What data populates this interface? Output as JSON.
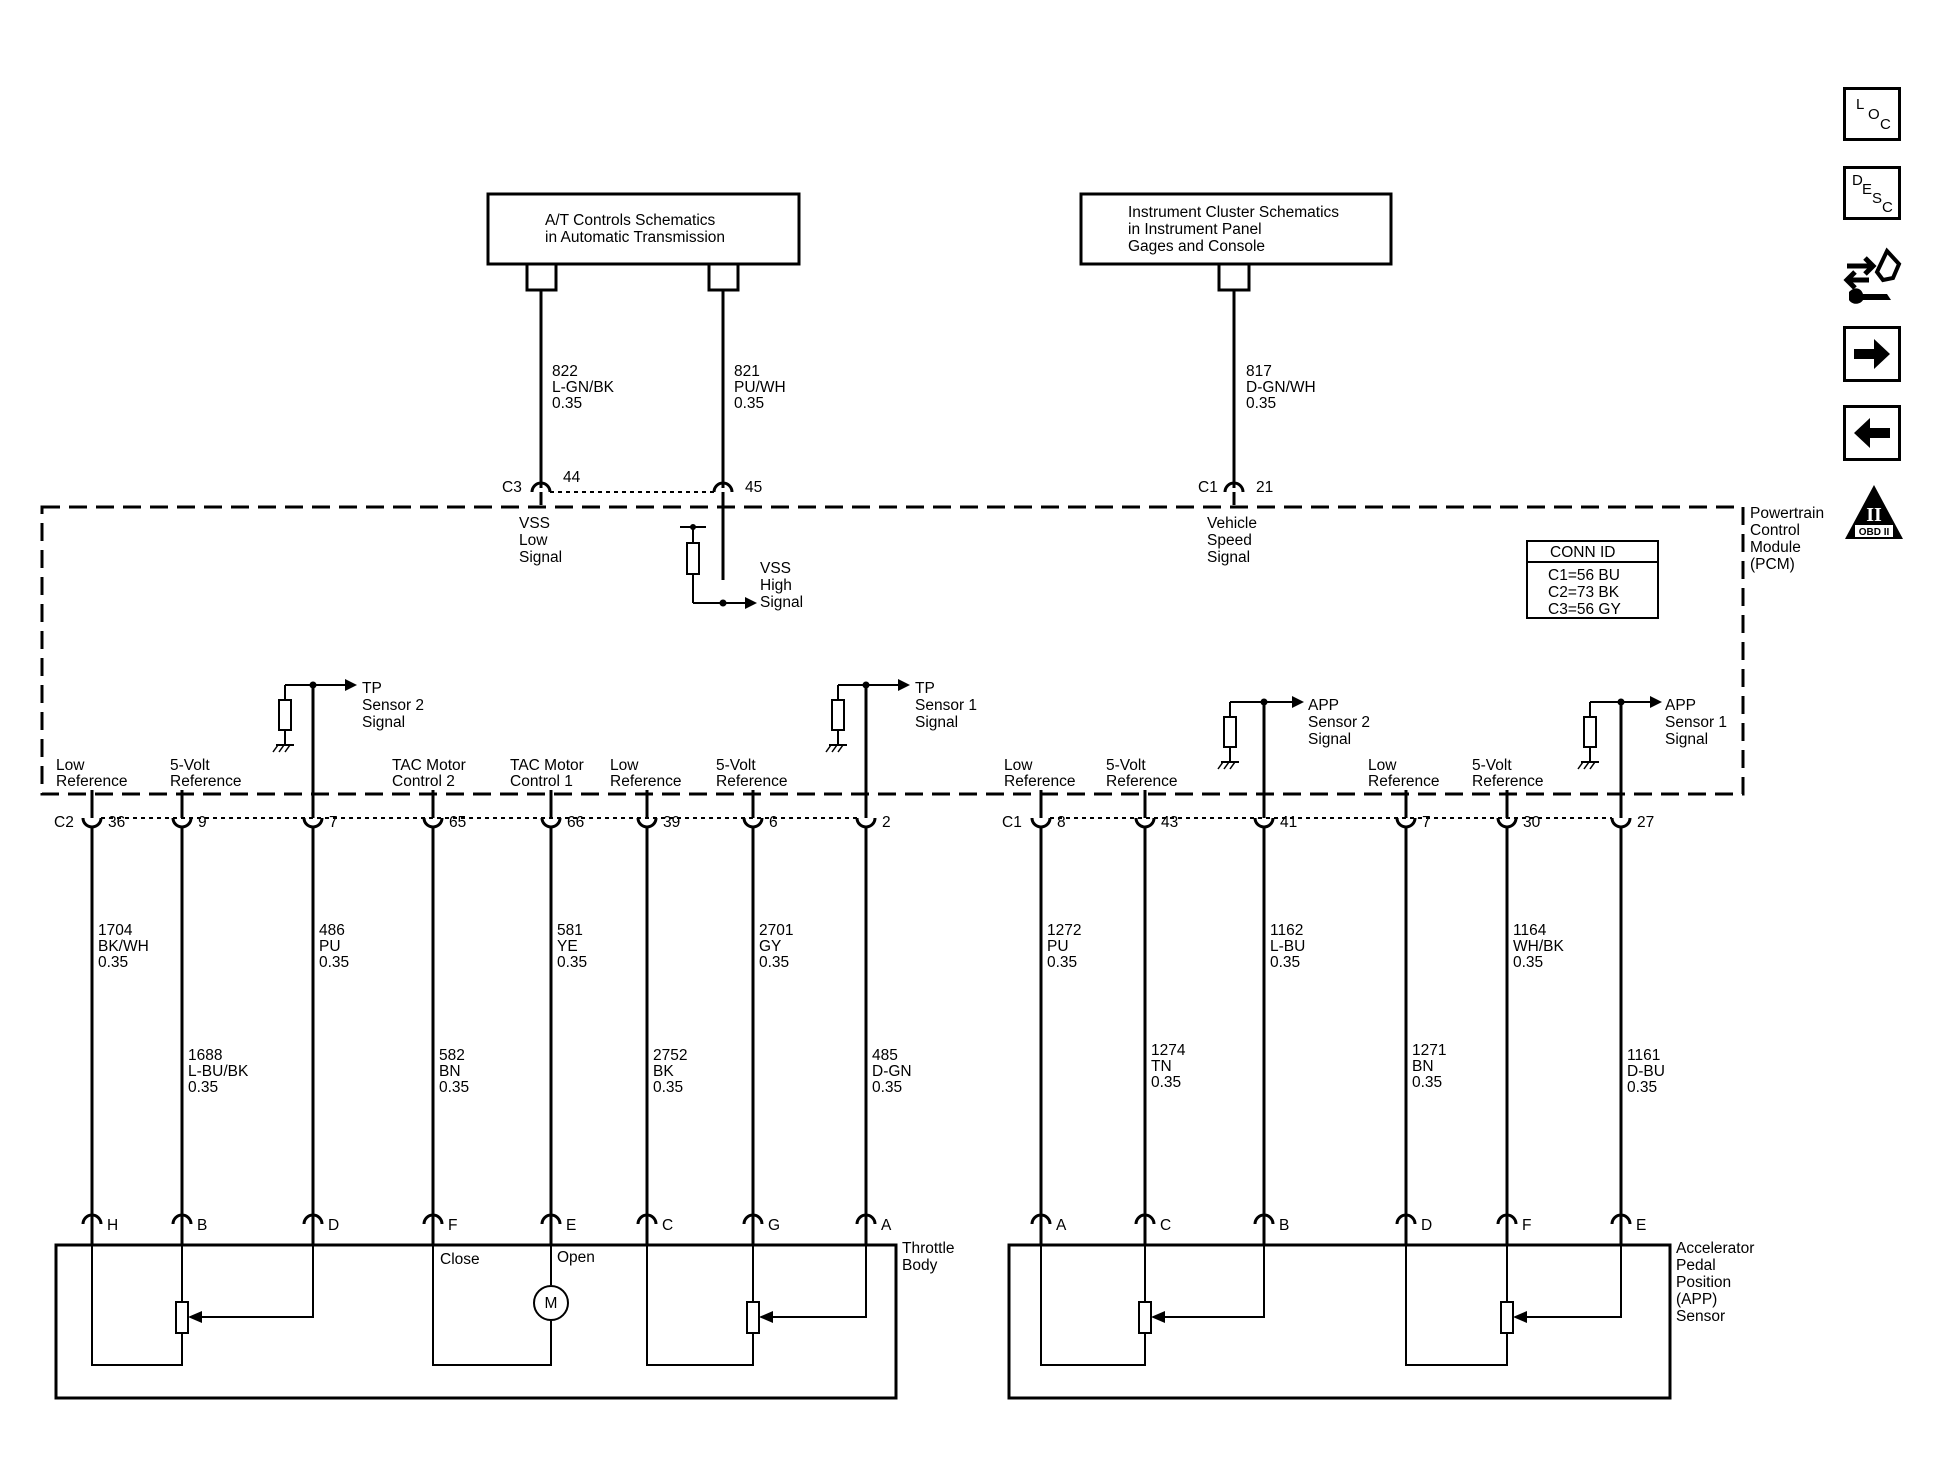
{
  "top_boxes": {
    "at_controls": [
      "A/T Controls Schematics",
      "in Automatic Transmission"
    ],
    "instrument_cluster": [
      "Instrument Cluster Schematics",
      "in Instrument Panel",
      "Gages and Console"
    ]
  },
  "top_wires": [
    {
      "circuit": "822",
      "color": "L-GN/BK",
      "size": "0.35"
    },
    {
      "circuit": "821",
      "color": "PU/WH",
      "size": "0.35"
    },
    {
      "circuit": "817",
      "color": "D-GN/WH",
      "size": "0.35"
    }
  ],
  "top_connectors": {
    "c3_label": "C3",
    "c3_pin_a": "44",
    "c3_pin_b": "45",
    "c1_label": "C1",
    "c1_pin": "21"
  },
  "pcm": {
    "name": [
      "Powertrain",
      "Control",
      "Module",
      "(PCM)"
    ],
    "vss_low": [
      "VSS",
      "Low",
      "Signal"
    ],
    "vss_high": [
      "VSS",
      "High",
      "Signal"
    ],
    "vehicle_speed": [
      "Vehicle",
      "Speed",
      "Signal"
    ],
    "conn_id": {
      "title": "CONN ID",
      "lines": [
        "C1=56 BU",
        "C2=73 BK",
        "C3=56 GY"
      ]
    },
    "tp2_signal": [
      "TP",
      "Sensor 2",
      "Signal"
    ],
    "tp1_signal": [
      "TP",
      "Sensor 1",
      "Signal"
    ],
    "app2_signal": [
      "APP",
      "Sensor 2",
      "Signal"
    ],
    "app1_signal": [
      "APP",
      "Sensor 1",
      "Signal"
    ]
  },
  "c2_connector": {
    "label": "C2",
    "pins": [
      {
        "pin": "36",
        "function": [
          "Low",
          "Reference"
        ],
        "circuit": "1704",
        "color": "BK/WH",
        "size": "0.35",
        "bottom_pin": "H"
      },
      {
        "pin": "9",
        "function": [
          "5-Volt",
          "Reference"
        ],
        "circuit": "1688",
        "color": "L-BU/BK",
        "size": "0.35",
        "bottom_pin": "B"
      },
      {
        "pin": "7",
        "function": [],
        "circuit": "486",
        "color": "PU",
        "size": "0.35",
        "bottom_pin": "D"
      },
      {
        "pin": "65",
        "function": [
          "TAC Motor",
          "Control 2"
        ],
        "circuit": "582",
        "color": "BN",
        "size": "0.35",
        "bottom_pin": "F"
      },
      {
        "pin": "66",
        "function": [
          "TAC Motor",
          "Control 1"
        ],
        "circuit": "581",
        "color": "YE",
        "size": "0.35",
        "bottom_pin": "E"
      },
      {
        "pin": "39",
        "function": [
          "Low",
          "Reference"
        ],
        "circuit": "2752",
        "color": "BK",
        "size": "0.35",
        "bottom_pin": "C"
      },
      {
        "pin": "6",
        "function": [
          "5-Volt",
          "Reference"
        ],
        "circuit": "2701",
        "color": "GY",
        "size": "0.35",
        "bottom_pin": "G"
      },
      {
        "pin": "2",
        "function": [],
        "circuit": "485",
        "color": "D-GN",
        "size": "0.35",
        "bottom_pin": "A"
      }
    ]
  },
  "c1_connector": {
    "label": "C1",
    "pins": [
      {
        "pin": "8",
        "function": [
          "Low",
          "Reference"
        ],
        "circuit": "1272",
        "color": "PU",
        "size": "0.35",
        "bottom_pin": "A"
      },
      {
        "pin": "43",
        "function": [
          "5-Volt",
          "Reference"
        ],
        "circuit": "1274",
        "color": "TN",
        "size": "0.35",
        "bottom_pin": "C"
      },
      {
        "pin": "41",
        "function": [],
        "circuit": "1162",
        "color": "L-BU",
        "size": "0.35",
        "bottom_pin": "B"
      },
      {
        "pin": "7",
        "function": [
          "Low",
          "Reference"
        ],
        "circuit": "1271",
        "color": "BN",
        "size": "0.35",
        "bottom_pin": "D"
      },
      {
        "pin": "30",
        "function": [
          "5-Volt",
          "Reference"
        ],
        "circuit": "1164",
        "color": "WH/BK",
        "size": "0.35",
        "bottom_pin": "F"
      },
      {
        "pin": "27",
        "function": [],
        "circuit": "1161",
        "color": "D-BU",
        "size": "0.35",
        "bottom_pin": "E"
      }
    ]
  },
  "throttle_body": {
    "name": [
      "Throttle",
      "Body"
    ],
    "close": "Close",
    "open": "Open",
    "motor": "M"
  },
  "app_sensor": {
    "name": [
      "Accelerator",
      "Pedal",
      "Position",
      "(APP)",
      "Sensor"
    ]
  },
  "nav": {
    "loc": [
      "L",
      "O",
      "C"
    ],
    "desc": [
      "D",
      "E",
      "S",
      "C"
    ],
    "obd": {
      "numeral": "II",
      "text": "OBD II"
    }
  }
}
